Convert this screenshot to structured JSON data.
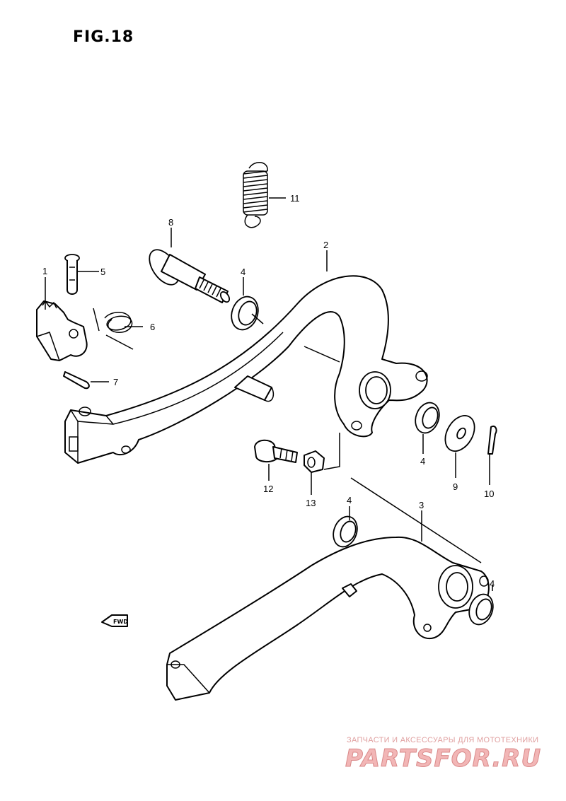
{
  "figure": {
    "title": "FIG.18"
  },
  "callouts": [
    {
      "id": "c1",
      "label": "1"
    },
    {
      "id": "c2",
      "label": "2"
    },
    {
      "id": "c3",
      "label": "3"
    },
    {
      "id": "c4a",
      "label": "4"
    },
    {
      "id": "c4b",
      "label": "4"
    },
    {
      "id": "c4c",
      "label": "4"
    },
    {
      "id": "c4d",
      "label": "4"
    },
    {
      "id": "c5",
      "label": "5"
    },
    {
      "id": "c6",
      "label": "6"
    },
    {
      "id": "c7",
      "label": "7"
    },
    {
      "id": "c8",
      "label": "8"
    },
    {
      "id": "c9",
      "label": "9"
    },
    {
      "id": "c10",
      "label": "10"
    },
    {
      "id": "c11",
      "label": "11"
    },
    {
      "id": "c12",
      "label": "12"
    },
    {
      "id": "c13",
      "label": "13"
    }
  ],
  "direction_marker": {
    "label": "FWD"
  },
  "watermark": {
    "tagline": "ЗАПЧАСТИ И АКСЕССУАРЫ ДЛЯ МОТОТЕХНИКИ",
    "logo": "PARTSFOR.RU"
  }
}
